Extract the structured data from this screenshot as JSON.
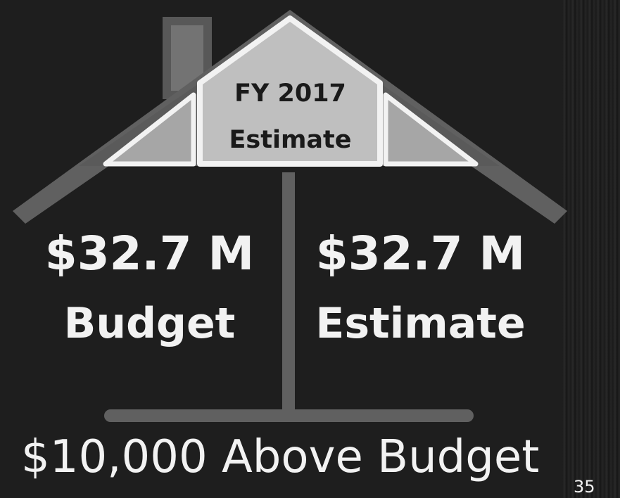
{
  "gable": {
    "line1": "FY 2017",
    "line2": "Estimate"
  },
  "left": {
    "amount": "$32.7 M",
    "label": "Budget"
  },
  "right": {
    "amount": "$32.7 M",
    "label": "Estimate"
  },
  "footer": "$10,000 Above Budget",
  "page_number": "35",
  "colors": {
    "background": "#1e1e1e",
    "roof": "#606060",
    "gable_fill": "#a6a6a6",
    "outline": "#f2f2f2",
    "text": "#f2f2f2"
  }
}
